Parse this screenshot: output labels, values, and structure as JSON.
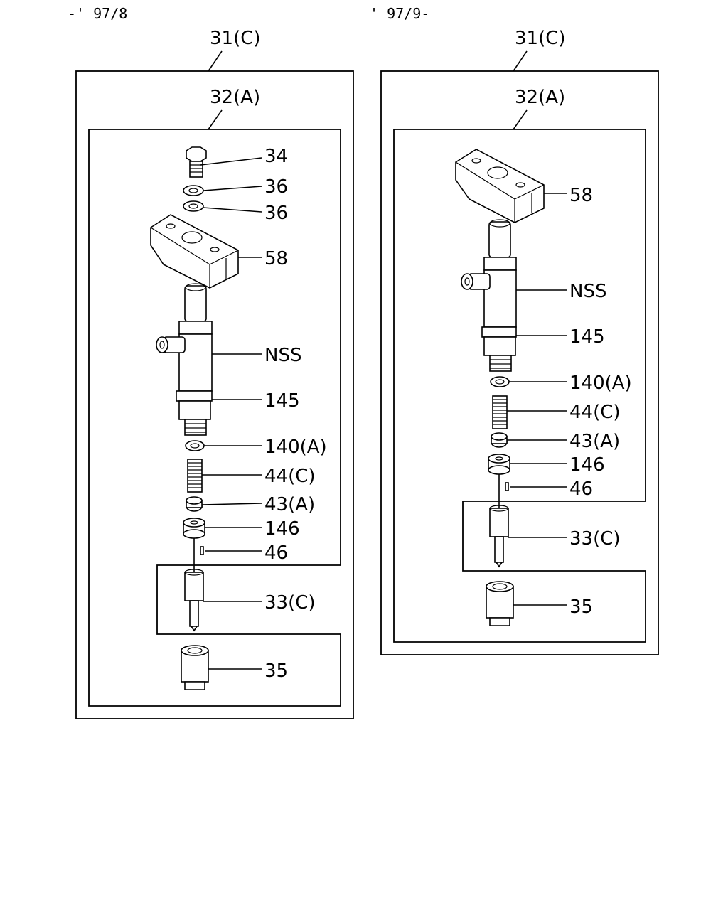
{
  "versions": {
    "left": "-' 97/8",
    "right": "' 97/9-"
  },
  "left": {
    "outer_label": "31(C)",
    "inner_label": "32(A)",
    "parts": {
      "bolt": "34",
      "washer1": "36",
      "washer2": "36",
      "bracket": "58",
      "holder": "NSS",
      "oring": "145",
      "shim": "140(A)",
      "spring": "44(C)",
      "seat": "43(A)",
      "spacer": "146",
      "pin": "46",
      "nozzle": "33(C)",
      "nut": "35"
    }
  },
  "right": {
    "outer_label": "31(C)",
    "inner_label": "32(A)",
    "parts": {
      "bracket": "58",
      "holder": "NSS",
      "oring": "145",
      "shim": "140(A)",
      "spring": "44(C)",
      "seat": "43(A)",
      "spacer": "146",
      "pin": "46",
      "nozzle": "33(C)",
      "nut": "35"
    }
  }
}
